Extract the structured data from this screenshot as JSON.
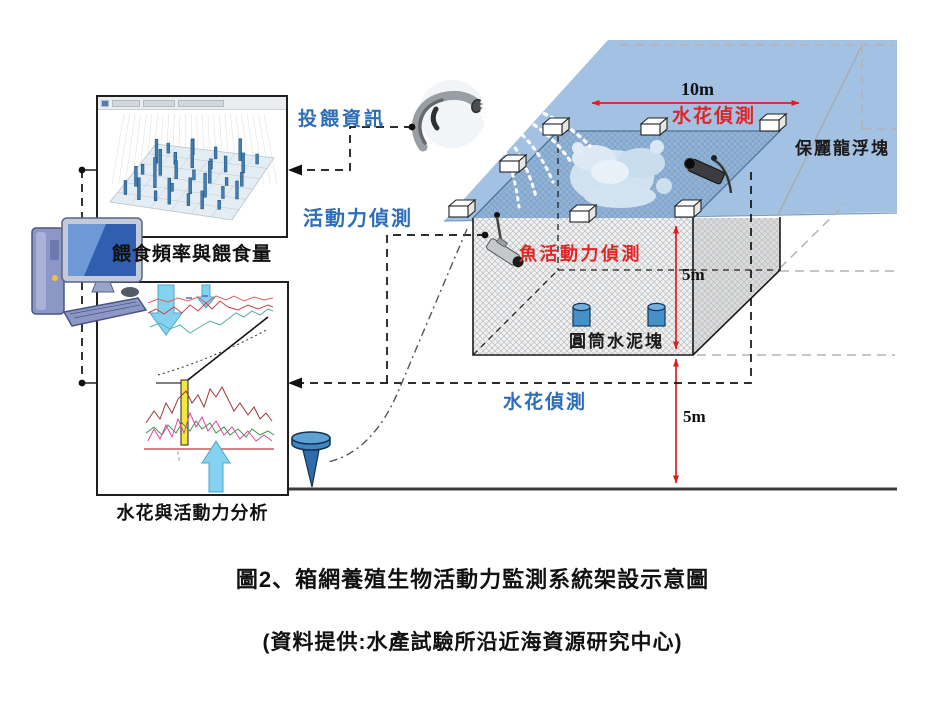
{
  "diagram": {
    "panels": {
      "feeding": {
        "label": "餵食頻率與餵食量"
      },
      "analysis": {
        "label": "水花與活動力分析"
      }
    },
    "annotations": {
      "feeding_info": "投餵資訊",
      "activity_detection": "活動力偵測",
      "splash_detection_top": "水花偵測",
      "splash_detection_bottom": "水花偵測",
      "fish_activity_detection": "魚活動力偵測",
      "styrofoam_float": "保麗龍浮塊",
      "cement_block": "圓筒水泥塊"
    },
    "dimensions": {
      "cage_width": "10m",
      "cage_depth": "5m",
      "depth_below_cage": "5m"
    },
    "colors": {
      "water": "#a3c1e2",
      "label_blue": "#2e6db8",
      "label_red": "#e02525",
      "dimension_red": "#e11c1c",
      "bar_blue": "#3f7fb5",
      "arrow_blue": "#85d2f0",
      "cylinder_blue": "#4690c8"
    },
    "feeding_chart_bars": [
      [
        0.07,
        0.15,
        14
      ],
      [
        0.2,
        0.1,
        22
      ],
      [
        0.33,
        0.12,
        10
      ],
      [
        0.45,
        0.1,
        26
      ],
      [
        0.6,
        0.12,
        12
      ],
      [
        0.72,
        0.1,
        18
      ],
      [
        0.85,
        0.13,
        9
      ],
      [
        0.1,
        0.3,
        20
      ],
      [
        0.25,
        0.32,
        30
      ],
      [
        0.4,
        0.3,
        8
      ],
      [
        0.55,
        0.3,
        16
      ],
      [
        0.68,
        0.28,
        24
      ],
      [
        0.82,
        0.3,
        12
      ],
      [
        0.93,
        0.32,
        18
      ],
      [
        0.08,
        0.5,
        10
      ],
      [
        0.22,
        0.52,
        26
      ],
      [
        0.36,
        0.5,
        18
      ],
      [
        0.5,
        0.52,
        10
      ],
      [
        0.64,
        0.5,
        22
      ],
      [
        0.78,
        0.5,
        8
      ],
      [
        0.9,
        0.52,
        14
      ],
      [
        0.12,
        0.7,
        24
      ],
      [
        0.27,
        0.72,
        12
      ],
      [
        0.42,
        0.7,
        28
      ],
      [
        0.57,
        0.72,
        10
      ],
      [
        0.7,
        0.7,
        16
      ],
      [
        0.84,
        0.72,
        20
      ],
      [
        0.15,
        0.88,
        10
      ],
      [
        0.35,
        0.9,
        16
      ],
      [
        0.55,
        0.88,
        12
      ],
      [
        0.75,
        0.9,
        22
      ],
      [
        0.9,
        0.88,
        10
      ]
    ]
  },
  "captions": {
    "title": "圖2、箱網養殖生物活動力監測系統架設示意圖",
    "source": "(資料提供:水產試驗所沿近海資源研究中心)"
  }
}
